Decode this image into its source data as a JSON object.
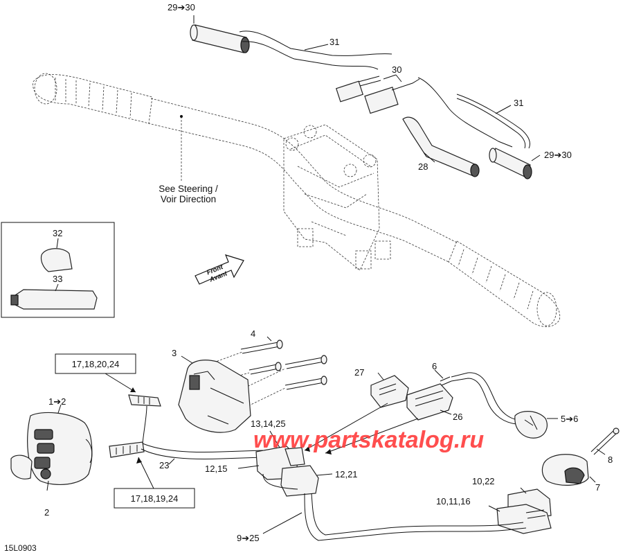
{
  "figure_code": "15L0903",
  "watermark": "www.partskatalog.ru",
  "steering_note": {
    "line1": "See Steering /",
    "line2": "Voir Direction"
  },
  "front_label": {
    "line1": "Front",
    "line2": "Avant"
  },
  "callouts": {
    "c29_30_top": "29➔30",
    "c31_top": "31",
    "c30": "30",
    "c31_right": "31",
    "c28": "28",
    "c29_30_right": "29➔30",
    "c32": "32",
    "c33": "33",
    "c4": "4",
    "c3": "3",
    "c6": "6",
    "c27": "27",
    "c26": "26",
    "c5_6": "5➔6",
    "c13_14_25": "13,14,25",
    "c1_2": "1➔2",
    "c23": "23",
    "c12_15": "12,15",
    "c12_21": "12,21",
    "c8": "8",
    "c7": "7",
    "c10_22": "10,22",
    "c10_11_16": "10,11,16",
    "c2": "2",
    "c9_25": "9➔25"
  },
  "boxed_labels": {
    "b17_18_20_24": "17,18,20,24",
    "b17_18_19_24": "17,18,19,24"
  }
}
